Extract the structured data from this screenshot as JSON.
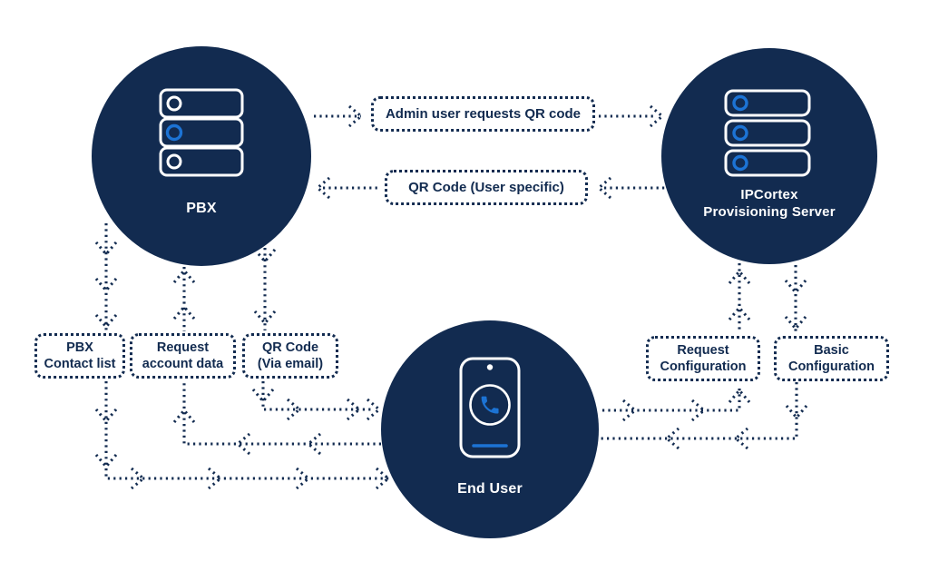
{
  "colors": {
    "navy": "#122b50",
    "accent_blue": "#1c73d4",
    "background": "#ffffff"
  },
  "nodes": {
    "pbx": {
      "label": "PBX",
      "icon": "server-stack-icon"
    },
    "provisioning_server": {
      "label_line1": "IPCortex",
      "label_line2": "Provisioning Server",
      "icon": "server-stack-icon"
    },
    "end_user": {
      "label": "End User",
      "icon": "phone-icon"
    }
  },
  "boxes": {
    "admin_request": {
      "text": "Admin user requests QR code"
    },
    "qr_user_specific": {
      "text": "QR Code (User specific)"
    },
    "pbx_contact_list": {
      "line1": "PBX",
      "line2": "Contact list"
    },
    "request_account_data": {
      "line1": "Request",
      "line2": "account data"
    },
    "qr_code_email": {
      "line1": "QR Code",
      "line2": "(Via email)"
    },
    "request_configuration": {
      "line1": "Request",
      "line2": "Configuration"
    },
    "basic_configuration": {
      "line1": "Basic",
      "line2": "Configuration"
    }
  },
  "flows": [
    {
      "from": "PBX",
      "to": "IPCortex Provisioning Server",
      "label": "Admin user requests QR code"
    },
    {
      "from": "IPCortex Provisioning Server",
      "to": "PBX",
      "label": "QR Code (User specific)"
    },
    {
      "from": "PBX",
      "to": "End User",
      "label": "PBX Contact list"
    },
    {
      "from": "End User",
      "to": "PBX",
      "label": "Request account data"
    },
    {
      "from": "PBX",
      "to": "End User",
      "label": "QR Code (Via email)"
    },
    {
      "from": "End User",
      "to": "IPCortex Provisioning Server",
      "label": "Request Configuration"
    },
    {
      "from": "IPCortex Provisioning Server",
      "to": "End User",
      "label": "Basic Configuration"
    }
  ]
}
